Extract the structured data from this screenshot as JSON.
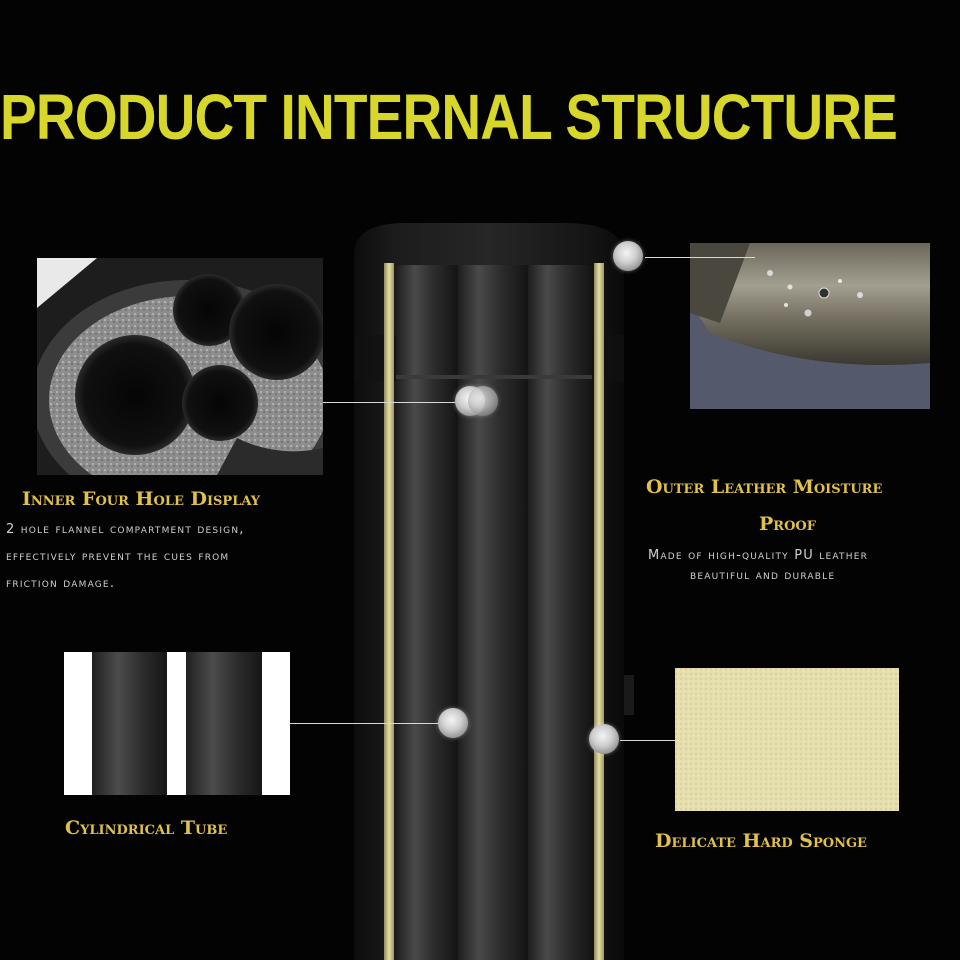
{
  "title": "PRODUCT INTERNAL STRUCTURE",
  "features": {
    "inner": {
      "label": "Inner Four Hole Display",
      "desc": [
        "2 hole flannel compartment design,",
        "effectively prevent the cues from",
        "friction damage."
      ]
    },
    "outer": {
      "label_line1": "Outer Leather Moisture",
      "label_line2": "Proof",
      "desc": [
        "Made of high-quality PU leather",
        "beautiful and durable"
      ]
    },
    "tube": {
      "label": "Cylindrical Tube"
    },
    "sponge": {
      "label": "Delicate Hard Sponge"
    }
  },
  "colors": {
    "title": "#d7d62a",
    "label": "#e0c14a",
    "sponge": "#e7e2a8",
    "background": "#030303"
  }
}
